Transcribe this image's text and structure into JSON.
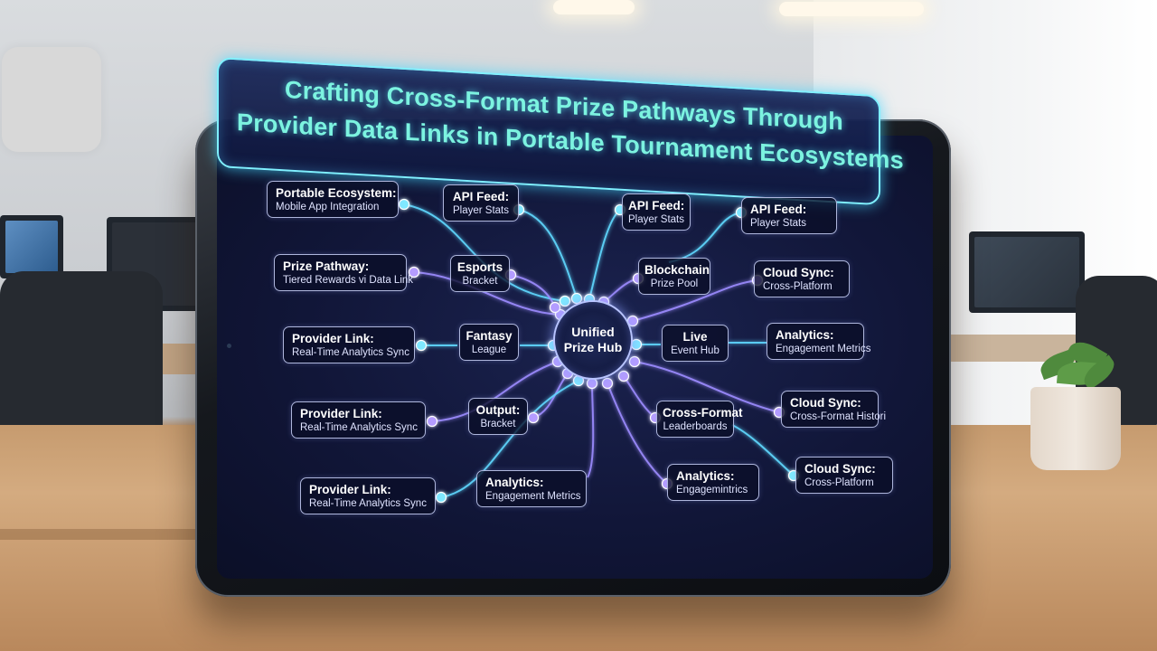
{
  "title": {
    "line1": "Crafting Cross-Format Prize Pathways Through",
    "line2": "Provider Data Links in Portable Tournament Ecosystems"
  },
  "hub": {
    "line1": "Unified",
    "line2": "Prize Hub"
  },
  "nodes": {
    "portable_ecosystem": {
      "title": "Portable Ecosystem:",
      "sub": "Mobile App Integration"
    },
    "prize_pathway": {
      "title": "Prize Pathway:",
      "sub": "Tiered Rewards vi Data Link"
    },
    "provider_link_1": {
      "title": "Provider Link:",
      "sub": "Real-Time Analytics Sync"
    },
    "provider_link_2": {
      "title": "Provider Link:",
      "sub": "Real-Time Analytics Sync"
    },
    "provider_link_3": {
      "title": "Provider Link:",
      "sub": "Real-Time Analytics Sync"
    },
    "api_feed_1": {
      "title": "API Feed:",
      "sub": "Player Stats"
    },
    "esports_bracket": {
      "title": "Esports",
      "sub": "Bracket"
    },
    "fantasy_league": {
      "title": "Fantasy",
      "sub": "League"
    },
    "output_bracket": {
      "title": "Output:",
      "sub": "Bracket"
    },
    "analytics_left": {
      "title": "Analytics:",
      "sub": "Engagement Metrics"
    },
    "api_feed_2": {
      "title": "API Feed:",
      "sub": "Player Stats"
    },
    "blockchain": {
      "title": "Blockchain",
      "sub": "Prize Pool"
    },
    "live_event_hub": {
      "title": "Live",
      "sub": "Event Hub"
    },
    "cross_format": {
      "title": "Cross-Format",
      "sub": "Leaderboards"
    },
    "analytics_mid": {
      "title": "Analytics:",
      "sub": "Engagemintrics"
    },
    "api_feed_3": {
      "title": "API Feed:",
      "sub": "Player Stats"
    },
    "cloud_sync_1": {
      "title": "Cloud Sync:",
      "sub": "Cross-Platform"
    },
    "analytics_right": {
      "title": "Analytics:",
      "sub": "Engagement Metrics"
    },
    "cloud_sync_2": {
      "title": "Cloud Sync:",
      "sub": "Cross-Format Histori"
    },
    "cloud_sync_3": {
      "title": "Cloud Sync:",
      "sub": "Cross-Platform"
    }
  },
  "colors": {
    "wire_cyan": "#5fd8ff",
    "wire_violet": "#9c8cff",
    "dot_cyan": "#7fe9ff",
    "dot_violet": "#b59cff",
    "banner_border": "#7ff0ff",
    "title_text": "#7cf3e0"
  }
}
